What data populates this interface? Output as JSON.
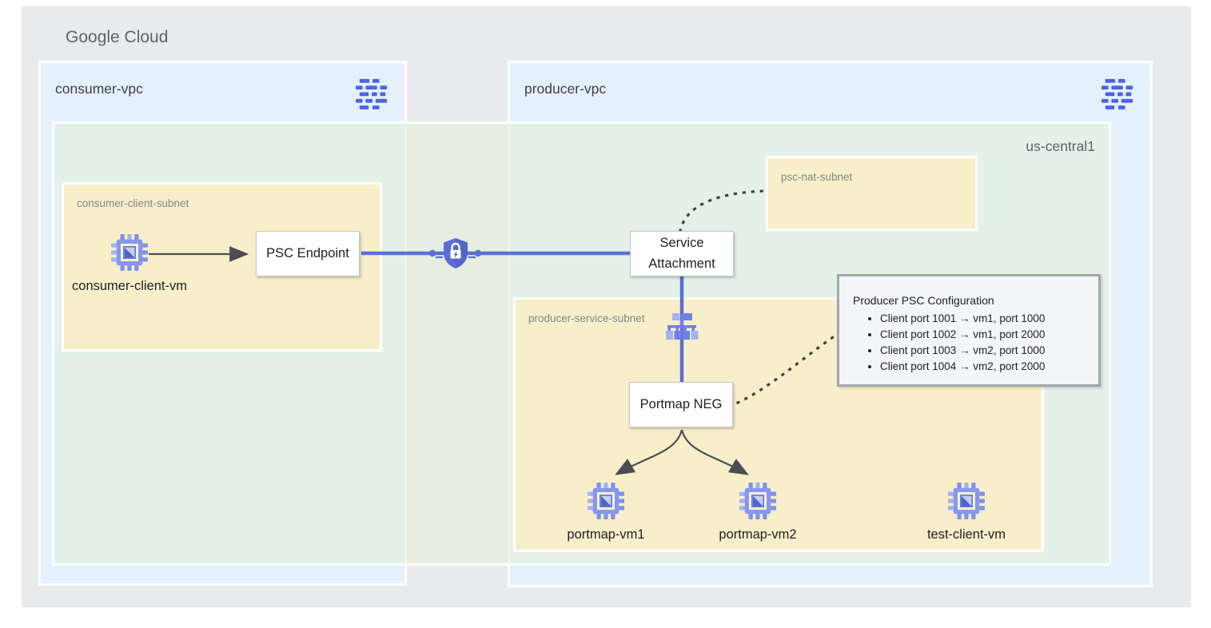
{
  "header": {
    "title": "Google Cloud"
  },
  "consumer_vpc": {
    "label": "consumer-vpc",
    "icon": "vpc-network-icon"
  },
  "producer_vpc": {
    "label": "producer-vpc",
    "icon": "vpc-network-icon"
  },
  "region": {
    "label": "us-central1"
  },
  "subnets": {
    "consumer_client": {
      "label": "consumer-client-subnet"
    },
    "psc_nat": {
      "label": "psc-nat-subnet"
    },
    "producer_service": {
      "label": "producer-service-subnet"
    }
  },
  "nodes": {
    "consumer_client_vm": "consumer-client-vm",
    "psc_endpoint": "PSC Endpoint",
    "service_attachment": "Service Attachment",
    "portmap_neg": "Portmap NEG",
    "portmap_vm1": "portmap-vm1",
    "portmap_vm2": "portmap-vm2",
    "test_client_vm": "test-client-vm"
  },
  "config_note": {
    "title": "Producer PSC Configuration",
    "items": [
      "Client port 1001 → vm1, port 1000",
      "Client port 1002 → vm1, port 2000",
      "Client port 1003 → vm2, port 1000",
      "Client port 1004 → vm2, port 2000"
    ]
  },
  "icons": {
    "vpc": "vpc-network-icon",
    "vm": "compute-engine-icon",
    "psc": "psc-security-shield-icon",
    "forwarding": "forwarding-rule-icon"
  },
  "colors": {
    "canvas_gray": "#e9eaeb",
    "vpc_blue": "#e4f1fc",
    "region_green": "#e7f0e4",
    "subnet_yellow": "#f8efca",
    "connector_blue": "#5b6ed7",
    "connector_dark": "#4a4d51",
    "icon_blue": "#4a63e7",
    "note_bg": "#f4f5f6",
    "note_border": "#a2a7ab"
  }
}
